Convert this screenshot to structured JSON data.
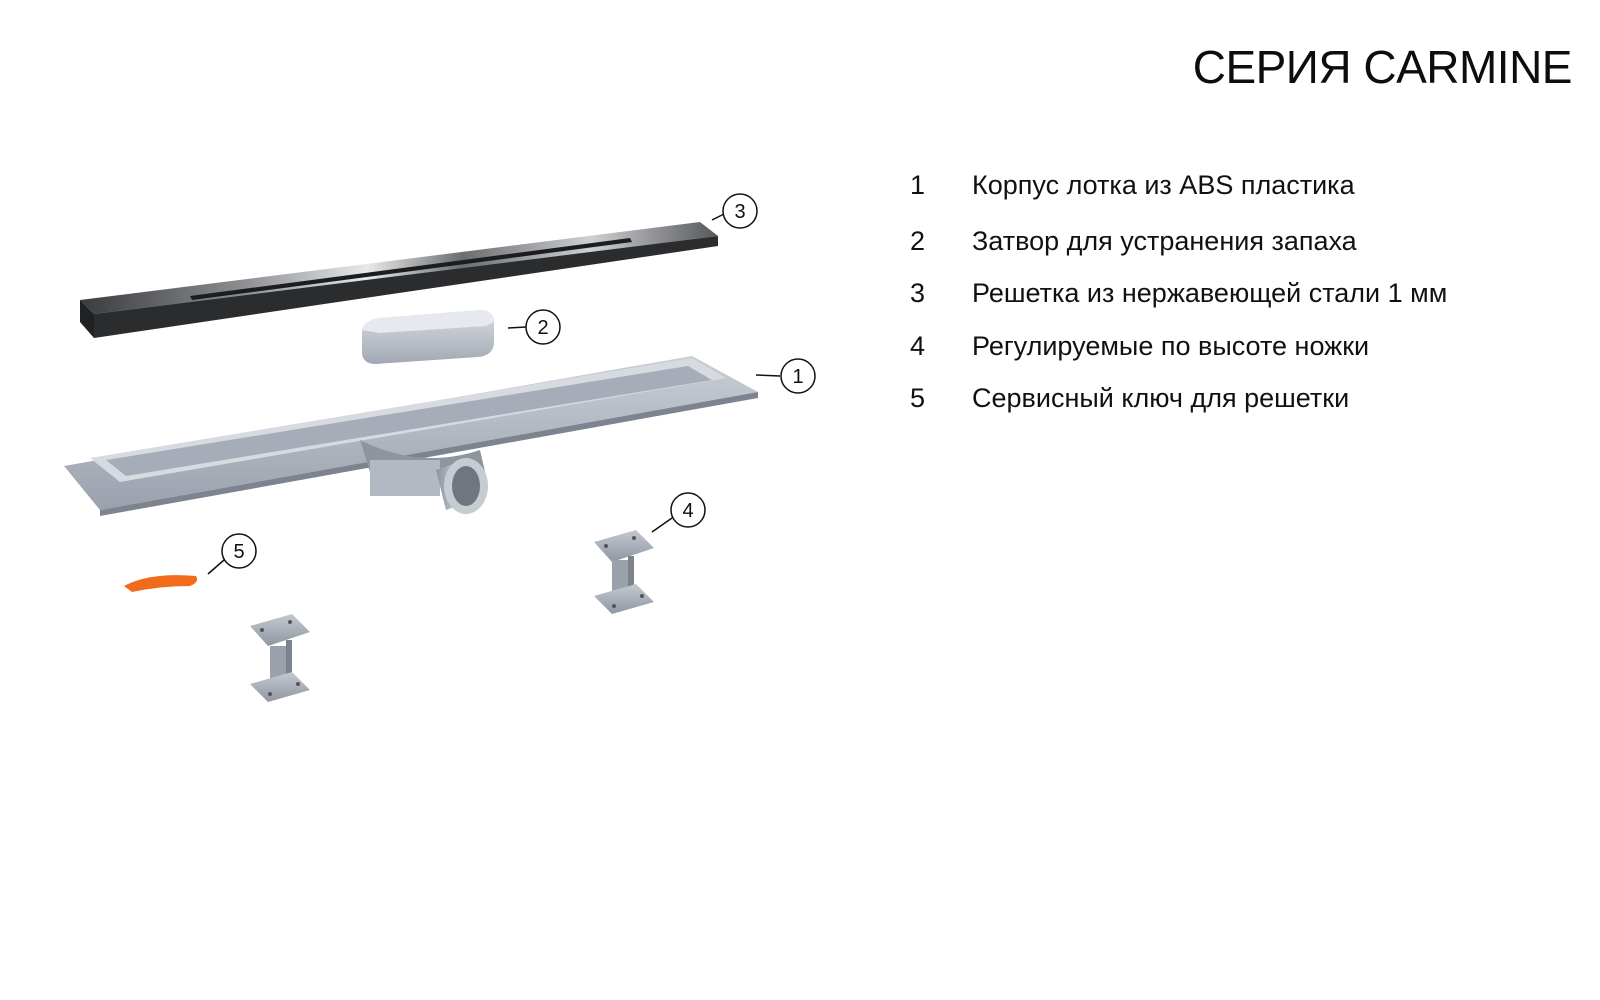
{
  "title": "СЕРИЯ CARMINE",
  "legend": [
    {
      "number": "1",
      "text": "Корпус лотка из ABS пластика"
    },
    {
      "number": "2",
      "text": "Затвор для устранения запаха"
    },
    {
      "number": "3",
      "text": "Решетка из нержавеющей стали 1 мм"
    },
    {
      "number": "4",
      "text": "Регулируемые по высоте ножки"
    },
    {
      "number": "5",
      "text": "Сервисный ключ для решетки"
    }
  ],
  "callouts": [
    "1",
    "2",
    "3",
    "4",
    "5"
  ],
  "colors": {
    "tray": "#b6bcc6",
    "grate": "#4a4c50",
    "key": "#f26a1b",
    "feet": "#a9afb8"
  }
}
